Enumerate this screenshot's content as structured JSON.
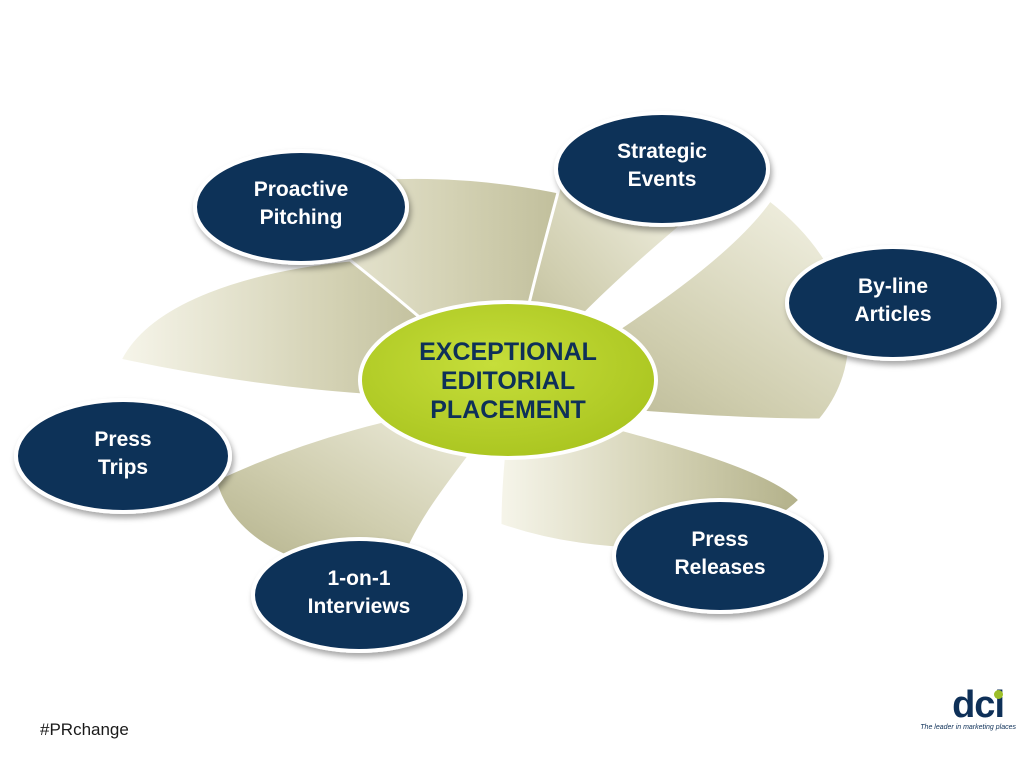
{
  "center": {
    "lines": [
      "EXCEPTIONAL",
      "EDITORIAL",
      "PLACEMENT"
    ]
  },
  "nodes": [
    {
      "id": "proactive-pitching",
      "lines": [
        "Proactive",
        "Pitching"
      ]
    },
    {
      "id": "strategic-events",
      "lines": [
        "Strategic",
        "Events"
      ]
    },
    {
      "id": "by-line-articles",
      "lines": [
        "By-line",
        "Articles"
      ]
    },
    {
      "id": "press-releases",
      "lines": [
        "Press",
        "Releases"
      ]
    },
    {
      "id": "1-on-1-interviews",
      "lines": [
        "1-on-1",
        "Interviews"
      ]
    },
    {
      "id": "press-trips",
      "lines": [
        "Press",
        "Trips"
      ]
    }
  ],
  "footer": {
    "hashtag": "#PRchange"
  },
  "logo": {
    "name": "dci",
    "tagline": "The leader in marketing places"
  },
  "colors": {
    "node_fill": "#0e3058",
    "node_text": "#ffffff",
    "center_fill": "#b8d22a",
    "center_text": "#0e3058",
    "swirl_light": "#f4f3e6",
    "swirl_dark": "#b6b48e"
  }
}
